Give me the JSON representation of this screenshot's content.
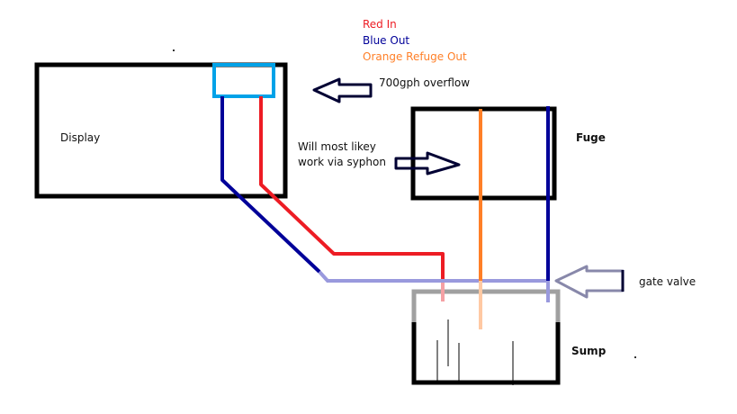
{
  "legend": {
    "items": [
      {
        "label": "Red In",
        "color": "#ed1c24"
      },
      {
        "label": "Blue Out",
        "color": "#000099"
      },
      {
        "label": "Orange Refuge Out",
        "color": "#ff7f27"
      }
    ]
  },
  "tanks": {
    "display": {
      "label": "Display"
    },
    "fuge": {
      "label": "Fuge"
    },
    "sump": {
      "label": "Sump"
    }
  },
  "annotations": {
    "overflow": "700gph overflow",
    "syphon_line1": "Will most likey",
    "syphon_line2": "work via syphon",
    "gate_valve": "gate valve"
  },
  "colors": {
    "tank_outline": "#000000",
    "overflow_box": "#00a2e8",
    "red_pipe": "#ed1c24",
    "blue_pipe": "#000099",
    "orange_pipe": "#ff7f27",
    "return_line": "#9999dd",
    "arrow": "#000033"
  }
}
